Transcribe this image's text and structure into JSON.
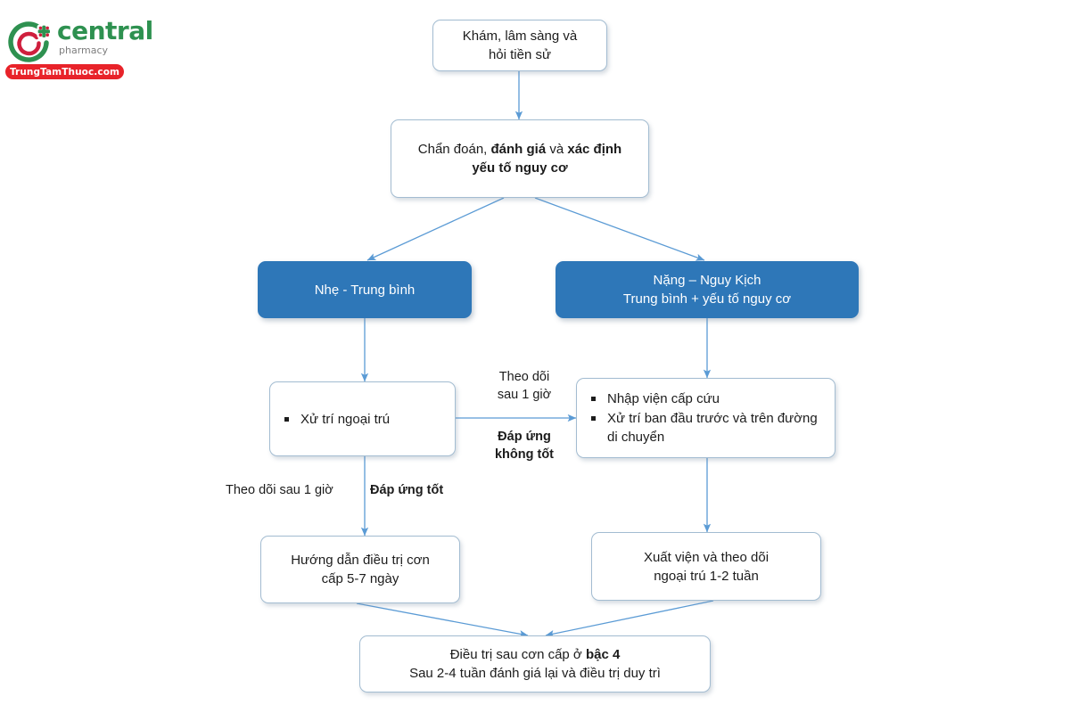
{
  "logo": {
    "mark_name": "central-pharmacy-logo-mark",
    "word_primary": "central",
    "word_secondary": "pharmacy",
    "banner_text": "TrungTamThuoc.com",
    "colors": {
      "green": "#2e9150",
      "red": "#e8232a",
      "gray": "#7d7d7d"
    }
  },
  "theme": {
    "box_border": "#a3bcd1",
    "box_fill": "#ffffff",
    "accent_blue": "#2e77b8",
    "connector": "#5b9bd5",
    "text": "#1c1c1c"
  },
  "flowchart": {
    "type": "flowchart",
    "nodes": [
      {
        "id": "exam",
        "style": "plain",
        "lines": [
          "Khám, lâm sàng và",
          "hỏi tiền sử"
        ]
      },
      {
        "id": "diagnose",
        "style": "plain",
        "line1_a": "Chẩn đoán, ",
        "line1_b": "đánh giá",
        "line1_c": " và ",
        "line1_d": "xác định",
        "line2": "yếu tố nguy cơ"
      },
      {
        "id": "mild",
        "style": "blue",
        "lines": [
          "Nhẹ - Trung bình"
        ]
      },
      {
        "id": "severe",
        "style": "blue",
        "lines": [
          "Nặng – Nguy Kịch",
          "Trung bình + yếu tố nguy cơ"
        ]
      },
      {
        "id": "outpatient",
        "style": "plain-bullets",
        "bullets": [
          "Xử trí ngoại trú"
        ]
      },
      {
        "id": "emergency",
        "style": "plain-bullets",
        "bullets": [
          "Nhập viện cấp cứu",
          "Xử trí ban đầu trước và trên đường di chuyển"
        ]
      },
      {
        "id": "guide",
        "style": "plain",
        "lines": [
          "Hướng dẫn điều trị cơn",
          "cấp 5-7 ngày"
        ]
      },
      {
        "id": "discharge",
        "style": "plain",
        "lines": [
          "Xuất viện và theo dõi",
          "ngoại trú 1-2 tuần"
        ]
      },
      {
        "id": "maintenance",
        "style": "plain",
        "line1_a": "Điều trị sau cơn cấp ở ",
        "line1_b": "bậc 4",
        "line2": "Sau 2-4 tuần đánh giá lại và điều trị duy trì"
      }
    ],
    "edge_labels": {
      "followup_1h_top_l1": "Theo dõi",
      "followup_1h_top_l2": "sau 1 giờ",
      "bad_response_l1": "Đáp ứng",
      "bad_response_l2": "không tốt",
      "followup_1h_left": "Theo dõi sau 1 giờ",
      "good_response": "Đáp ứng tốt"
    }
  }
}
